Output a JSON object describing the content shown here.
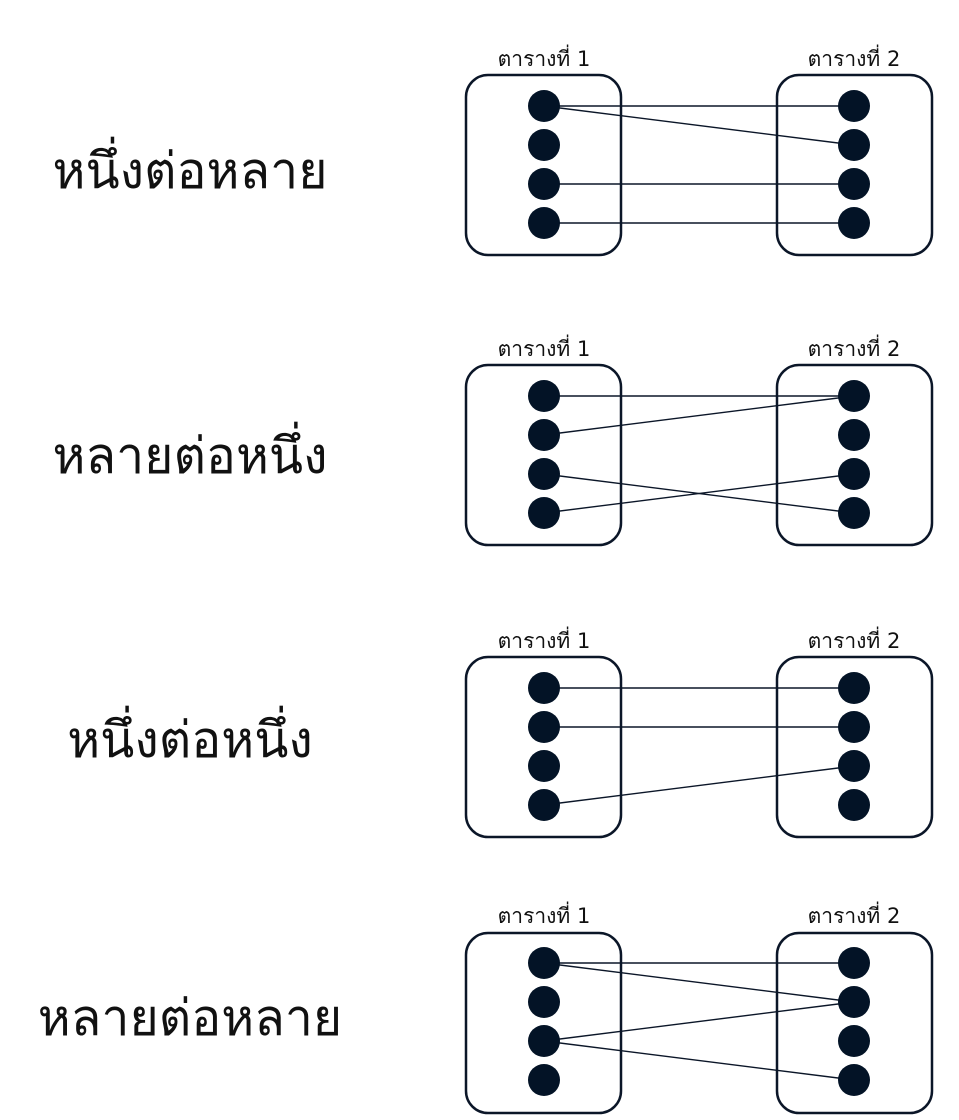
{
  "colors": {
    "node": "#031326",
    "stroke": "#0b1628",
    "text": "#111111"
  },
  "panels": [
    {
      "title": "หนึ่งต่อหลาย",
      "table1_label": "ตารางที่ 1",
      "table2_label": "ตารางที่ 2",
      "links": [
        [
          1,
          1
        ],
        [
          1,
          2
        ],
        [
          3,
          3
        ],
        [
          4,
          4
        ]
      ]
    },
    {
      "title": "หลายต่อหนึ่ง",
      "table1_label": "ตารางที่ 1",
      "table2_label": "ตารางที่ 2",
      "links": [
        [
          1,
          1
        ],
        [
          2,
          1
        ],
        [
          3,
          4
        ],
        [
          4,
          3
        ]
      ]
    },
    {
      "title": "หนึ่งต่อหนึ่ง",
      "table1_label": "ตารางที่ 1",
      "table2_label": "ตารางที่ 2",
      "links": [
        [
          1,
          1
        ],
        [
          2,
          2
        ],
        [
          4,
          3
        ]
      ]
    },
    {
      "title": "หลายต่อหลาย",
      "table1_label": "ตารางที่ 1",
      "table2_label": "ตารางที่ 2",
      "links": [
        [
          1,
          1
        ],
        [
          1,
          2
        ],
        [
          3,
          2
        ],
        [
          3,
          4
        ]
      ]
    }
  ]
}
